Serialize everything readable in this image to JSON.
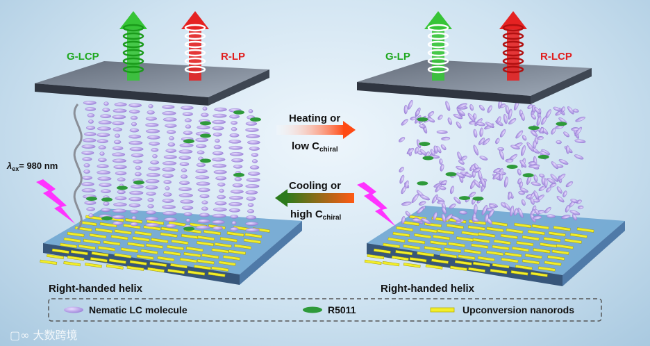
{
  "left_panel": {
    "top_left_label": "G-LCP",
    "top_right_label": "R-LP",
    "excitation_label": "λ",
    "excitation_sub": "ex",
    "excitation_value": "= 980 nm",
    "helix_label": "Right-handed helix"
  },
  "right_panel": {
    "top_left_label": "G-LP",
    "top_right_label": "R-LCP",
    "helix_label": "Right-handed helix"
  },
  "middle": {
    "forward_line1": "Heating or",
    "forward_line2_main": "low C",
    "forward_line2_sub": "chiral",
    "backward_line1": "Cooling or",
    "backward_line2_main": "high C",
    "backward_line2_sub": "chiral"
  },
  "legend": {
    "item1": "Nematic LC molecule",
    "item2": "R5011",
    "item3": "Upconversion nanorods"
  },
  "watermark": {
    "text": "大数跨境"
  },
  "colors": {
    "green": "#1fa81f",
    "red": "#e01e1e",
    "lc_purple": "#b49be6",
    "r5011_green": "#2e9a3a",
    "nanorod_yellow": "#f2ee2a",
    "plate_dark": "#4a5260",
    "substrate_blue": "#6fa6d2"
  }
}
